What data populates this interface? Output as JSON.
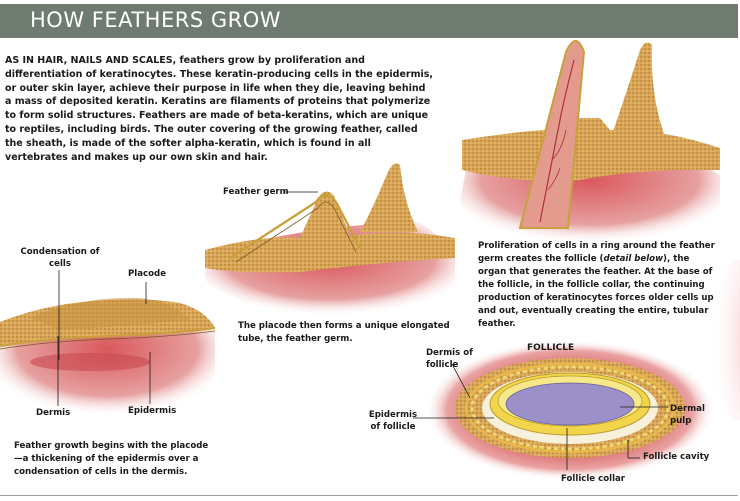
{
  "header": {
    "title": "HOW FEATHERS GROW"
  },
  "intro": {
    "text": "AS IN HAIR, NAILS AND SCALES, feathers grow by proliferation and differentiation of keratinocytes. These keratin-producing cells in the epidermis, or outer skin layer, achieve their purpose in life when they die, leaving behind a mass of deposited keratin. Keratins are filaments of proteins that polymerize to form solid structures. Feathers are made of beta-keratins, which are unique to reptiles, including birds. The outer covering of the growing feather, called the sheath, is made of the softer alpha-keratin, which is found in all vertebrates and makes up our own skin and hair."
  },
  "stage1": {
    "labels": {
      "condensation": "Condensation of cells",
      "placode": "Placode",
      "dermis": "Dermis",
      "epidermis": "Epidermis"
    },
    "caption": "Feather growth begins with the placode—a thickening of the epidermis over a condensation of cells in the dermis."
  },
  "stage2": {
    "labels": {
      "feather_germ": "Feather germ"
    },
    "caption": "The placode then forms a unique elongated tube, the feather germ."
  },
  "stage3": {
    "caption_before": "Proliferation of cells in a ring around the feather germ creates the follicle (",
    "caption_italic": "detail below",
    "caption_after": "), the organ that generates the feather. At the base of the follicle, in the follicle collar, the continuing production of keratinocytes forces older cells up and out, eventually creating the entire, tubular feather."
  },
  "follicle": {
    "heading": "FOLLICLE",
    "labels": {
      "dermis_of_follicle": "Dermis of follicle",
      "epidermis_of_follicle": "Epidermis of follicle",
      "dermal_pulp": "Dermal pulp",
      "follicle_cavity": "Follicle cavity",
      "follicle_collar": "Follicle collar"
    }
  },
  "colors": {
    "title_bar": "#6f7a70",
    "dermis_pink": "#d96a6a",
    "epidermis_tan": "#d8a85a",
    "pulp_lavender": "#9c90c8",
    "collar_yellow": "#f2d54a"
  }
}
